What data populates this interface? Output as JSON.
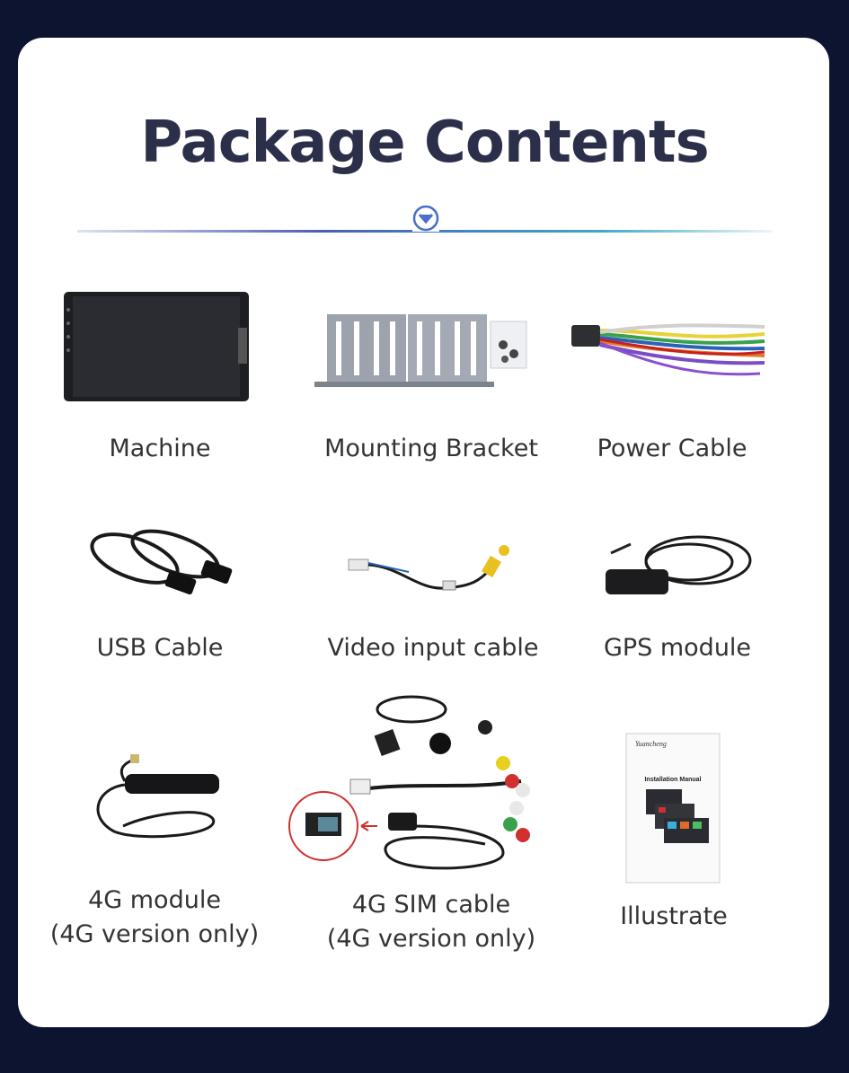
{
  "title": "Package Contents",
  "items": [
    {
      "label": "Machine"
    },
    {
      "label": "Mounting Bracket"
    },
    {
      "label": "Power Cable"
    },
    {
      "label": "USB Cable"
    },
    {
      "label": "Video input cable"
    },
    {
      "label": "GPS module"
    },
    {
      "label": "4G module",
      "note": "(4G version only)"
    },
    {
      "label": "4G SIM cable",
      "note": "(4G version only)"
    },
    {
      "label": "Illustrate"
    }
  ],
  "manual": {
    "brand": "Yuancheng",
    "title": "Installation Manual"
  },
  "colors": {
    "page_background": "#0c1430",
    "card": "#ffffff",
    "title": "#2b2f4a",
    "accent_blue": "#4a5fb5",
    "accent_teal": "#3ca7c9"
  }
}
